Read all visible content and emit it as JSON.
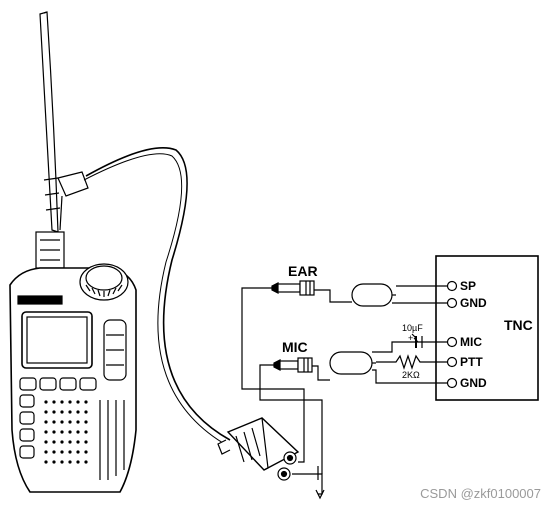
{
  "diagram": {
    "radio_labels": {
      "ear": "EAR",
      "mic": "MIC"
    },
    "tnc": {
      "title": "TNC",
      "pins": [
        "SP",
        "GND",
        "MIC",
        "PTT",
        "GND"
      ]
    },
    "components": {
      "capacitor": "10µF",
      "capacitor_plus": "+",
      "resistor": "2KΩ"
    }
  },
  "watermark": "CSDN @zkf0100007"
}
